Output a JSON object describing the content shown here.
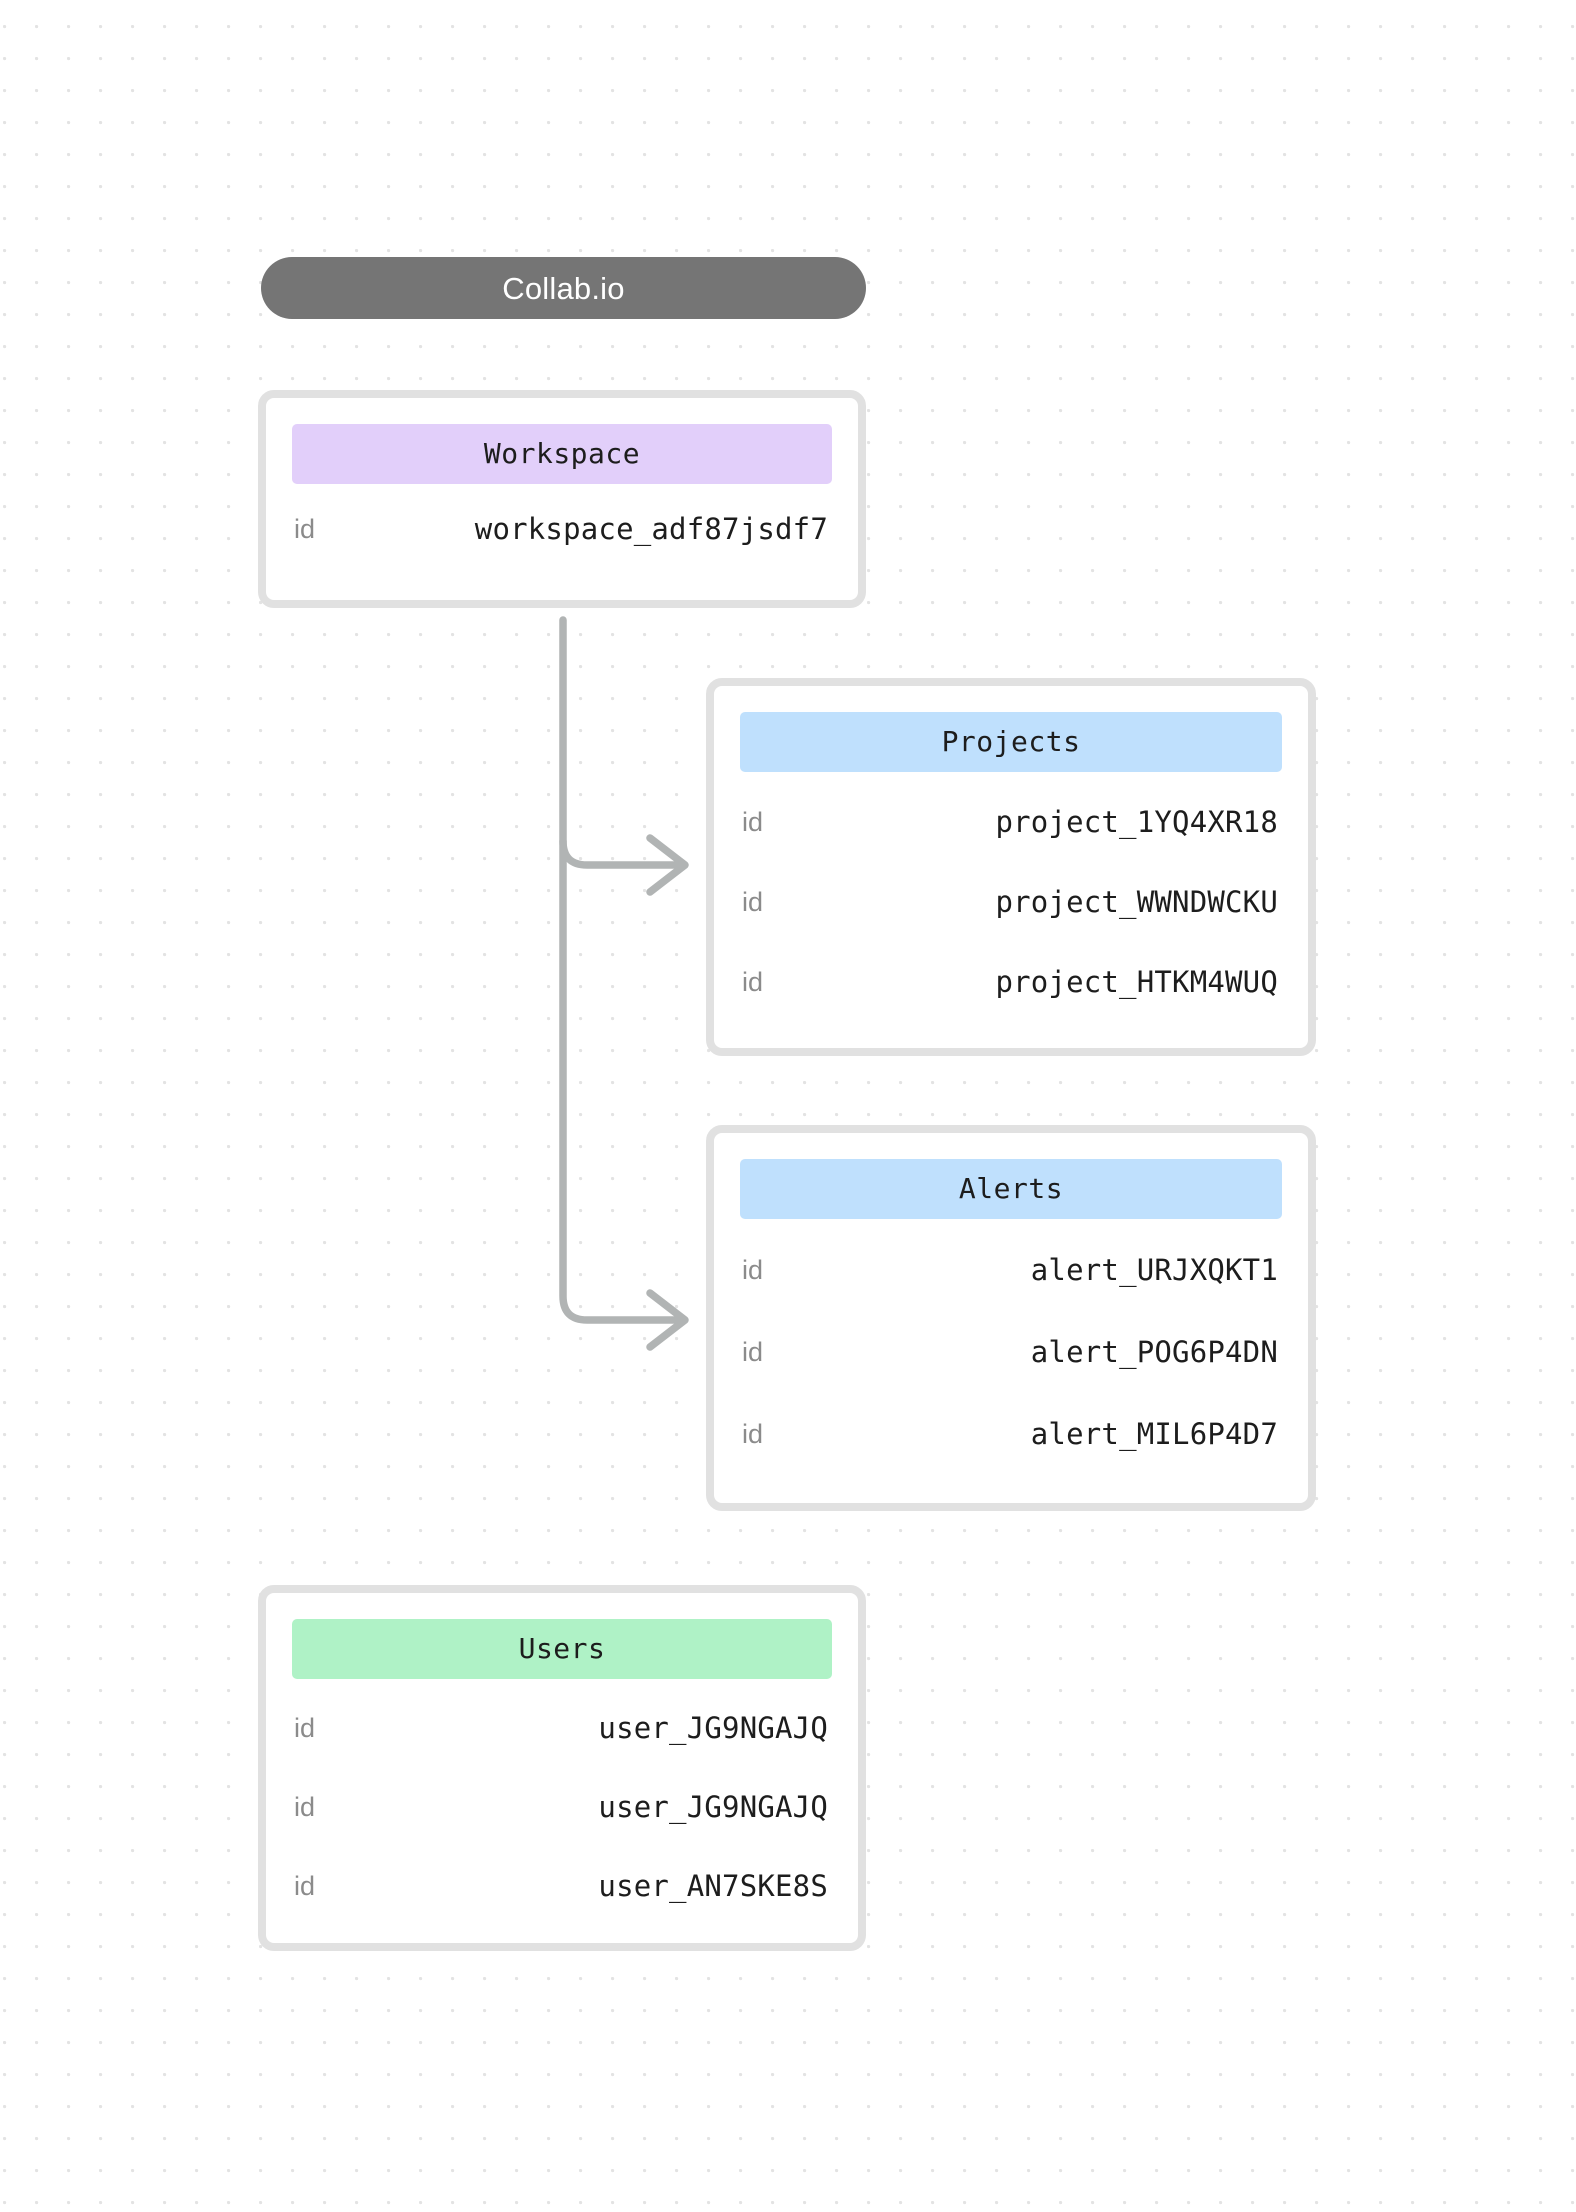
{
  "diagram": {
    "title": "Collab.io",
    "background": "#ffffff",
    "dot_color": "#e3e3e3",
    "connector_color": "#b1b4b4"
  },
  "tables": [
    {
      "name": "Workspace",
      "accent": "#e2cffa",
      "rows": [
        {
          "key": "id",
          "value": "workspace_adf87jsdf7"
        }
      ]
    },
    {
      "name": "Projects",
      "accent": "#bfe0fd",
      "rows": [
        {
          "key": "id",
          "value": "project_1YQ4XR18"
        },
        {
          "key": "id",
          "value": "project_WWNDWCKU"
        },
        {
          "key": "id",
          "value": "project_HTKM4WUQ"
        }
      ]
    },
    {
      "name": "Alerts",
      "accent": "#bfe0fd",
      "rows": [
        {
          "key": "id",
          "value": "alert_URJXQKT1"
        },
        {
          "key": "id",
          "value": "alert_POG6P4DN"
        },
        {
          "key": "id",
          "value": "alert_MIL6P4D7"
        }
      ]
    },
    {
      "name": "Users",
      "accent": "#aff2c6",
      "rows": [
        {
          "key": "id",
          "value": "user_JG9NGAJQ"
        },
        {
          "key": "id",
          "value": "user_JG9NGAJQ"
        },
        {
          "key": "id",
          "value": "user_AN7SKE8S"
        }
      ]
    }
  ],
  "connections": [
    {
      "from": "Workspace",
      "to": "Projects"
    },
    {
      "from": "Workspace",
      "to": "Alerts"
    }
  ]
}
